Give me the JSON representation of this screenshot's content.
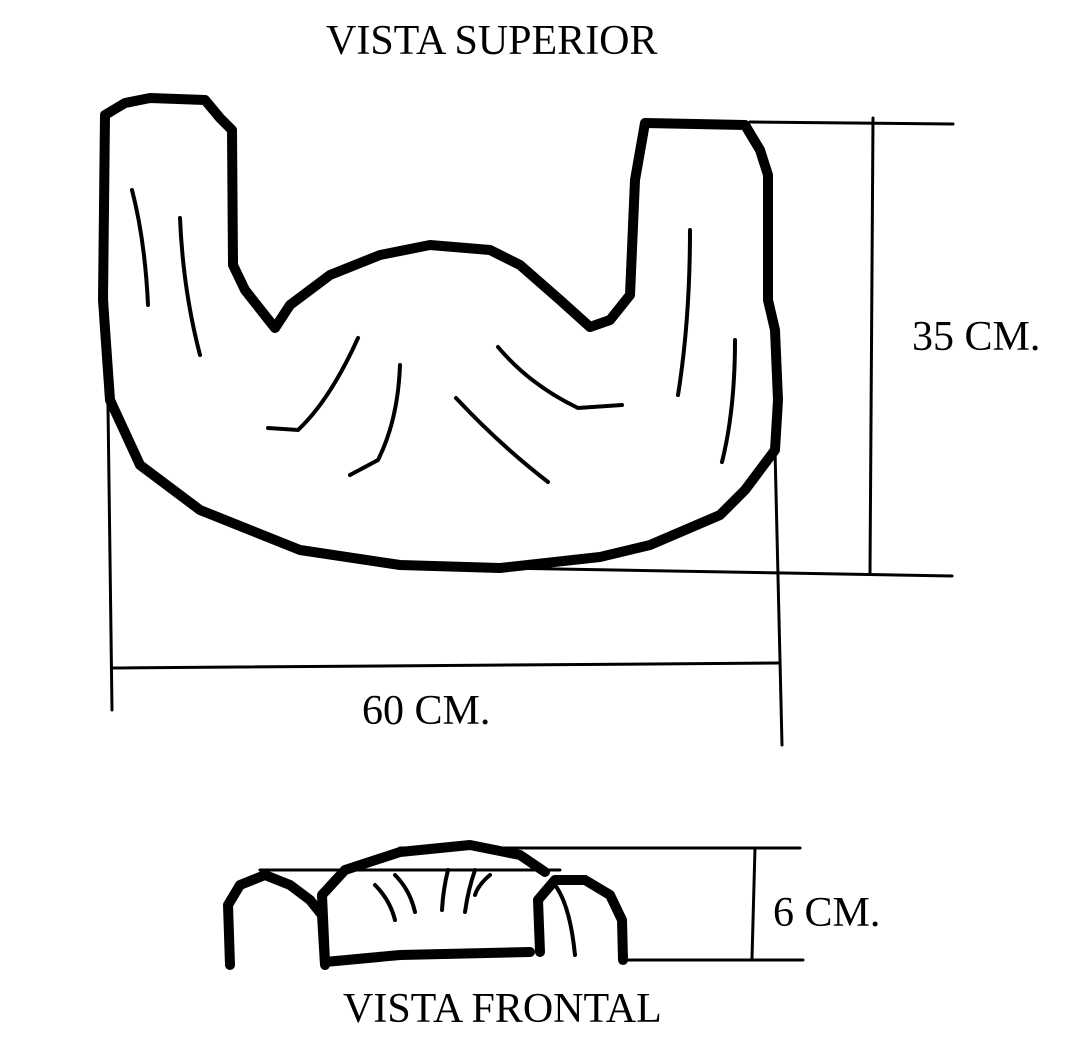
{
  "top_view": {
    "title": "VISTA SUPERIOR",
    "width_label": "60 CM.",
    "depth_label": "35 CM."
  },
  "front_view": {
    "title": "VISTA FRONTAL",
    "height_label": "6 CM."
  },
  "colors": {
    "ink": "#000000",
    "background": "#ffffff"
  }
}
